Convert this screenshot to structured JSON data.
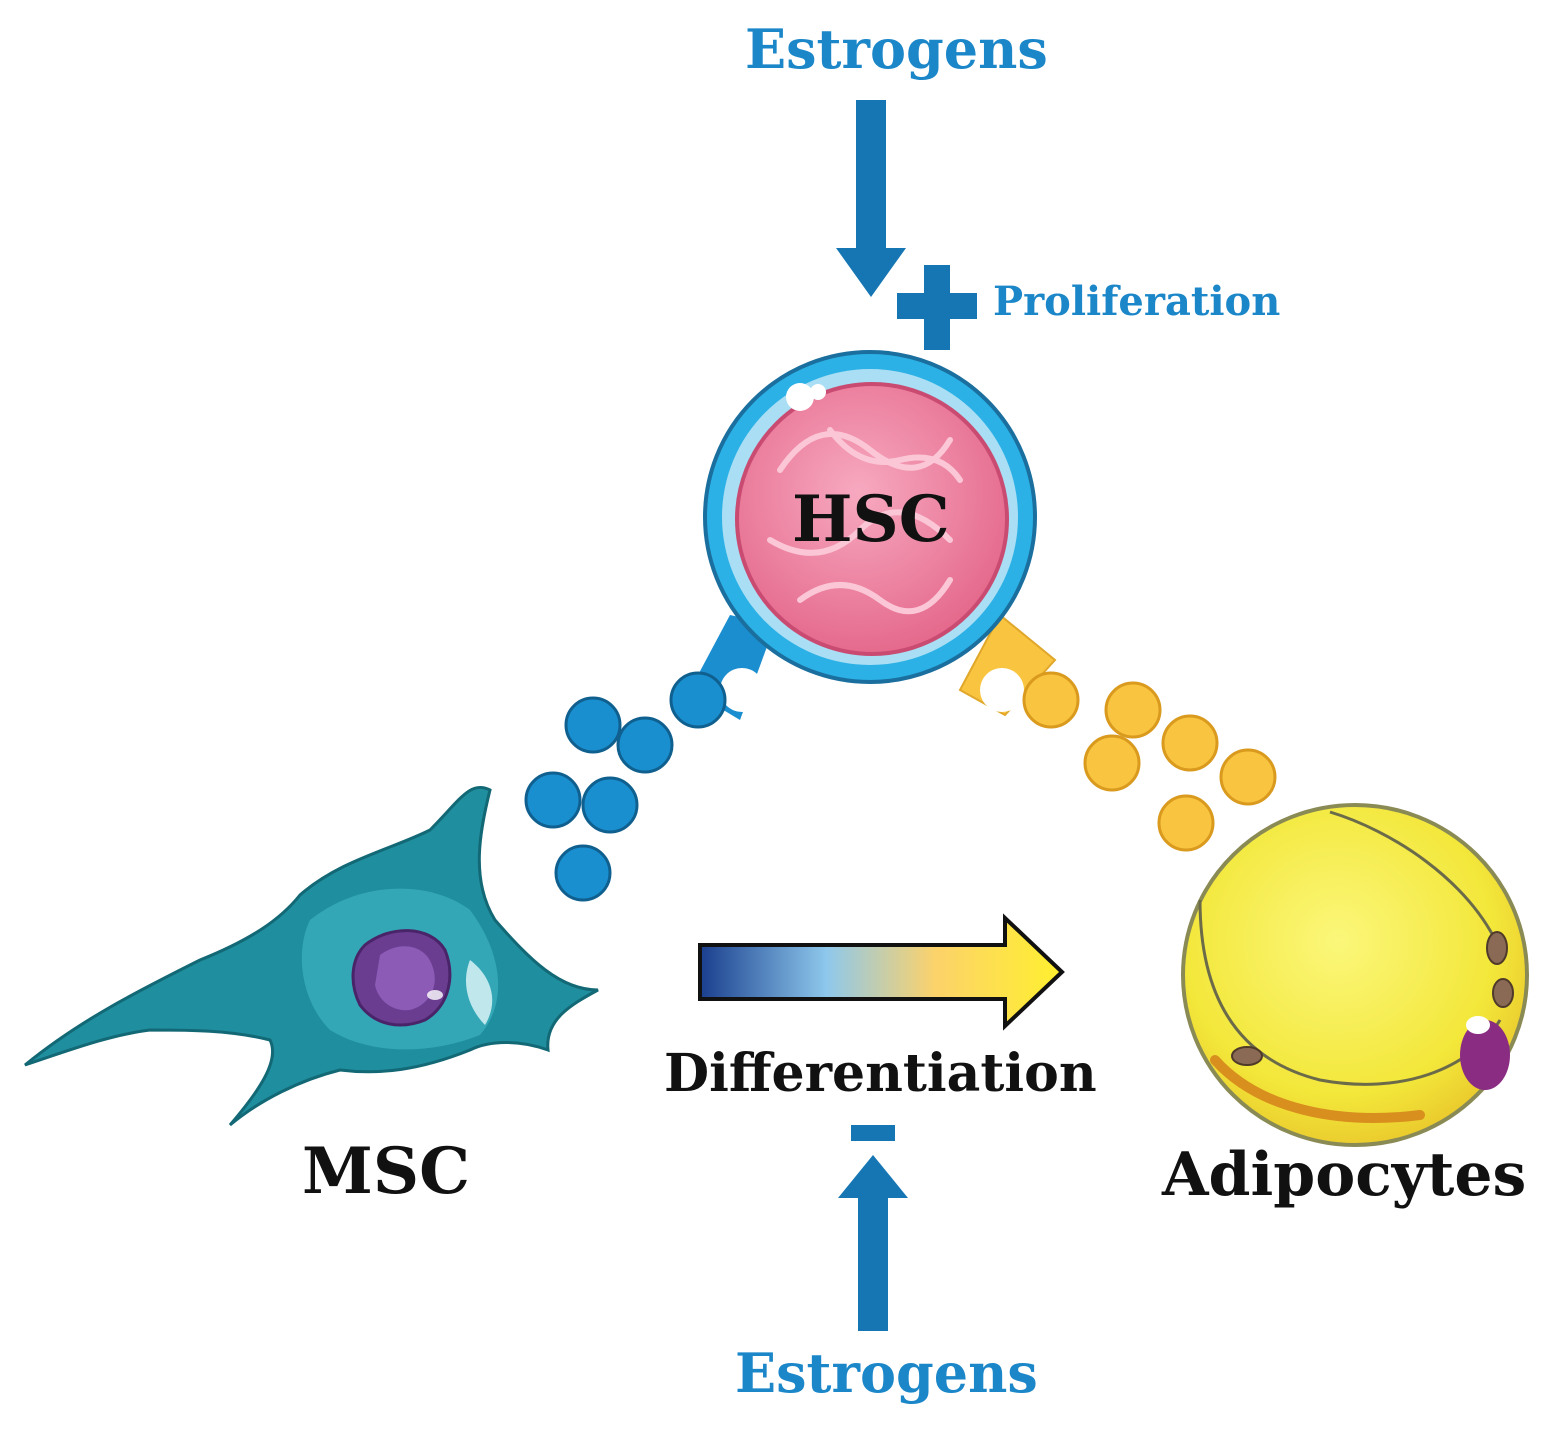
{
  "labels": {
    "estrogens_top": "Estrogens",
    "proliferation": "Proliferation",
    "hsc": "HSC",
    "differentiation": "Differentiation",
    "msc": "MSC",
    "adipocytes": "Adipocytes",
    "estrogens_bottom": "Estrogens"
  },
  "colors": {
    "label_blue": "#1b87c9",
    "arrow_blue": "#1676b4",
    "msc_blue_dot": "#1a8fd0",
    "adipocyte_dot": "#f9c440",
    "hsc_membrane": "#2bb1e5",
    "hsc_nucleus": "#ec7497",
    "msc_body": "#1f8e9e",
    "msc_nucleus": "#6a3d91",
    "adipocyte_fill": "#f4ea3a",
    "gradient_start": "#1a3f8e",
    "gradient_mid": "#8ec8ec",
    "gradient_end": "#fff02e"
  },
  "icons": {
    "plus": "plus-icon",
    "minus": "minus-icon"
  }
}
